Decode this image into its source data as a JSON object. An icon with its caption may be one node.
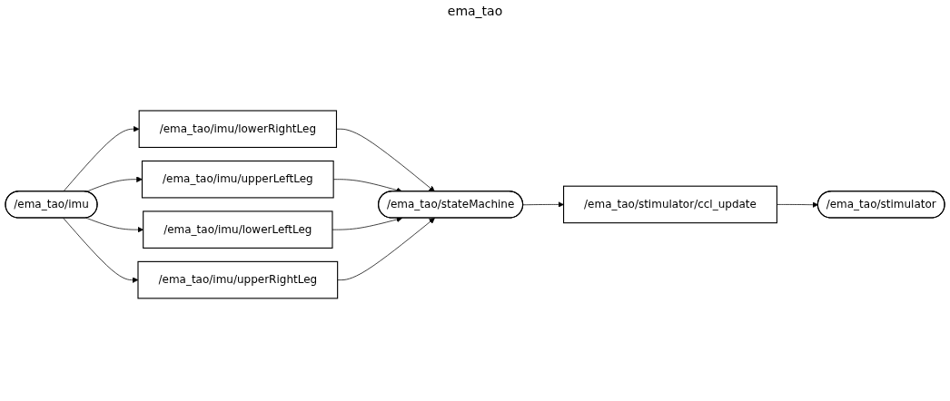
{
  "diagram": {
    "title": "ema_tao",
    "nodes": [
      {
        "text": [
          "/ema_tao/imu"
        ]
      },
      {
        "text": [
          "/ema_tao/imu/lowerRightLeg"
        ]
      },
      {
        "text": [
          "/ema_tao/imu/upperLeftLeg"
        ]
      },
      {
        "text": [
          "/ema_tao/imu/lowerLeftLeg"
        ]
      },
      {
        "text": [
          "/ema_tao/imu/upperRightLeg"
        ]
      },
      {
        "text": [
          "/ema_tao/stateMachine"
        ]
      },
      {
        "text": [
          "/ema_tao/stimulator/ccl_update"
        ]
      },
      {
        "text": [
          "/ema_tao/stimulator"
        ]
      }
    ],
    "edges": [
      {
        "from": 0,
        "to": 1,
        "arrow": "to"
      },
      {
        "from": 0,
        "to": 2,
        "arrow": "to"
      },
      {
        "from": 0,
        "to": 3,
        "arrow": "to"
      },
      {
        "from": 0,
        "to": 4,
        "arrow": "to"
      },
      {
        "from": 1,
        "to": 5,
        "arrow": "to"
      },
      {
        "from": 2,
        "to": 5,
        "arrow": "to"
      },
      {
        "from": 3,
        "to": 5,
        "arrow": "to"
      },
      {
        "from": 4,
        "to": 5,
        "arrow": "to"
      },
      {
        "from": 5,
        "to": 6,
        "arrow": "to"
      },
      {
        "from": 6,
        "to": 7,
        "arrow": "to"
      }
    ]
  }
}
